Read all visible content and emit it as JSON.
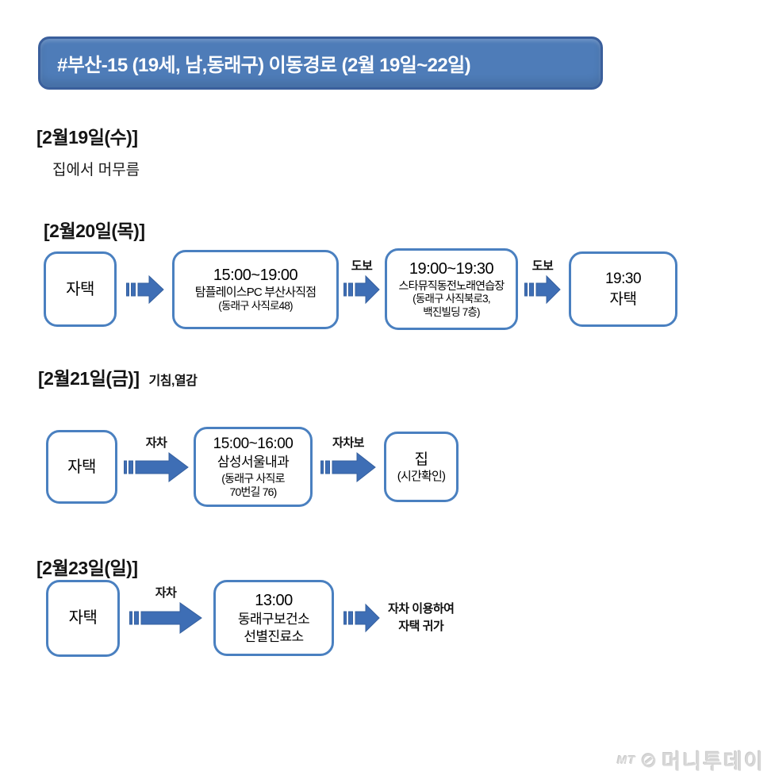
{
  "colors": {
    "banner_fill": "#4E7CB8",
    "banner_border": "#3A5F9C",
    "box_border": "#4A80C0",
    "arrow_fill": "#3E6EB5",
    "watermark_gray": "#D7D7D7"
  },
  "banner": {
    "title": "#부산-15 (19세, 남,동래구) 이동경로 (2월 19일~22일)"
  },
  "day1": {
    "title": "[2월19일(수)]",
    "note": "집에서 머무름"
  },
  "day2": {
    "title": "[2월20일(목)]",
    "box1": {
      "l1": "자택"
    },
    "arrow1": {
      "label": ""
    },
    "box2": {
      "l1": "15:00~19:00",
      "l2": "탐플레이스PC 부산사직점",
      "l3": "(동래구 사직로48)"
    },
    "arrow2": {
      "label": "도보"
    },
    "box3": {
      "l1": "19:00~19:30",
      "l2": "스타뮤직동전노래연습장",
      "l3": "(동래구 사직북로3,",
      "l4": "백진빌딩 7층)"
    },
    "arrow3": {
      "label": "도보"
    },
    "box4": {
      "l1": "19:30",
      "l2": "자택"
    }
  },
  "day3": {
    "title": "[2월21일(금)]",
    "symptom": "기침,열감",
    "box1": {
      "l1": "자택"
    },
    "arrow1": {
      "label": "자차"
    },
    "box2": {
      "l1": "15:00~16:00",
      "l2": "삼성서울내과",
      "l3": "(동래구 사직로",
      "l4": "70번길 76)"
    },
    "arrow2": {
      "label": "자차보"
    },
    "box3": {
      "l1": "집",
      "l2": "(시간확인)"
    }
  },
  "day4": {
    "title": "[2월23일(일)]",
    "box1": {
      "l1": "자택"
    },
    "arrow1": {
      "label": "자차"
    },
    "box2": {
      "l1": "13:00",
      "l2": "동래구보건소",
      "l3": "선별진료소"
    },
    "arrow2": {
      "label": ""
    },
    "end_note": {
      "l1": "자차 이용하여",
      "l2": "자택 귀가"
    }
  },
  "watermark": {
    "mt": "MT",
    "logo_symbol": "⊘",
    "name": "머니투데이"
  }
}
